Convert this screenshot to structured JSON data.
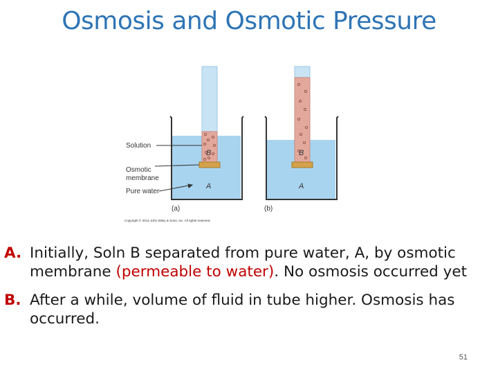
{
  "title": "Osmosis and Osmotic Pressure",
  "figure": {
    "labels": {
      "solution": "Solution",
      "membrane_line1": "Osmotic",
      "membrane_line2": "membrane",
      "pure_water": "Pure water",
      "b_left": "B",
      "b_right": "B",
      "a_left": "A",
      "a_right": "A",
      "caption_a": "(a)",
      "caption_b": "(b)",
      "copyright": "Copyright © 2012 John Wiley & Sons, Inc. All rights reserved."
    },
    "colors": {
      "water": "#a8d4f0",
      "solution": "#e3a89c",
      "tube": "#c8e3f4",
      "beaker": "#333333",
      "membrane": "#d4a24a"
    }
  },
  "bullets": [
    {
      "letter": "A.",
      "text_before": "Initially, Soln B separated from pure water, A, by osmotic membrane ",
      "highlight": "(permeable to water)",
      "text_after": ".  No osmosis occurred yet"
    },
    {
      "letter": "B.",
      "text": "After a while, volume of fluid in tube higher.  Osmosis has occurred."
    }
  ],
  "page_number": "51"
}
